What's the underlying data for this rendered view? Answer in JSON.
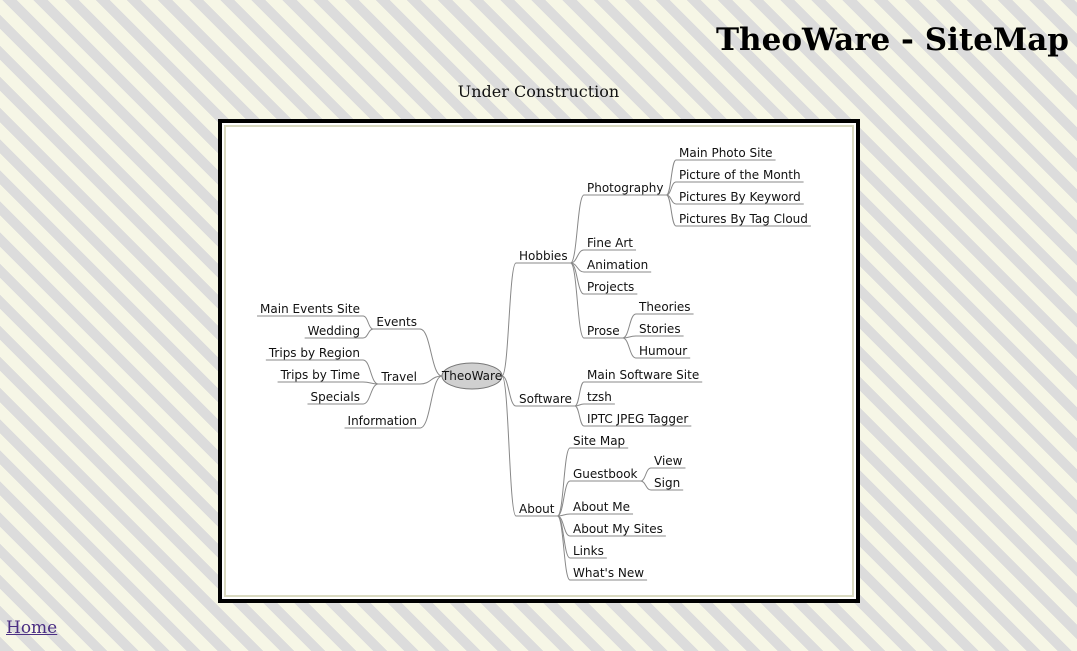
{
  "header": {
    "title": "TheoWare - SiteMap",
    "subtitle": "Under Construction"
  },
  "footer": {
    "home_link": "Home"
  },
  "colors": {
    "center_fill": "#d0d0d0",
    "line": "#888888",
    "link": "#4b2e83"
  },
  "sitemap": {
    "center": "TheoWare",
    "left": [
      {
        "label": "Events",
        "children": [
          {
            "label": "Main Events Site"
          },
          {
            "label": "Wedding"
          }
        ]
      },
      {
        "label": "Travel",
        "children": [
          {
            "label": "Trips by Region"
          },
          {
            "label": "Trips by Time"
          },
          {
            "label": "Specials"
          }
        ]
      },
      {
        "label": "Information"
      }
    ],
    "right": [
      {
        "label": "Hobbies",
        "children": [
          {
            "label": "Photography",
            "children": [
              {
                "label": "Main Photo Site"
              },
              {
                "label": "Picture of the Month"
              },
              {
                "label": "Pictures By Keyword"
              },
              {
                "label": "Pictures By Tag Cloud"
              }
            ]
          },
          {
            "label": "Fine Art"
          },
          {
            "label": "Animation"
          },
          {
            "label": "Projects"
          },
          {
            "label": "Prose",
            "children": [
              {
                "label": "Theories"
              },
              {
                "label": "Stories"
              },
              {
                "label": "Humour"
              }
            ]
          }
        ]
      },
      {
        "label": "Software",
        "children": [
          {
            "label": "Main Software Site"
          },
          {
            "label": "tzsh"
          },
          {
            "label": "IPTC JPEG Tagger"
          }
        ]
      },
      {
        "label": "About",
        "children": [
          {
            "label": "Site Map"
          },
          {
            "label": "Guestbook",
            "children": [
              {
                "label": "View"
              },
              {
                "label": "Sign"
              }
            ]
          },
          {
            "label": "About Me"
          },
          {
            "label": "About My Sites"
          },
          {
            "label": "Links"
          },
          {
            "label": "What's New"
          }
        ]
      }
    ]
  }
}
